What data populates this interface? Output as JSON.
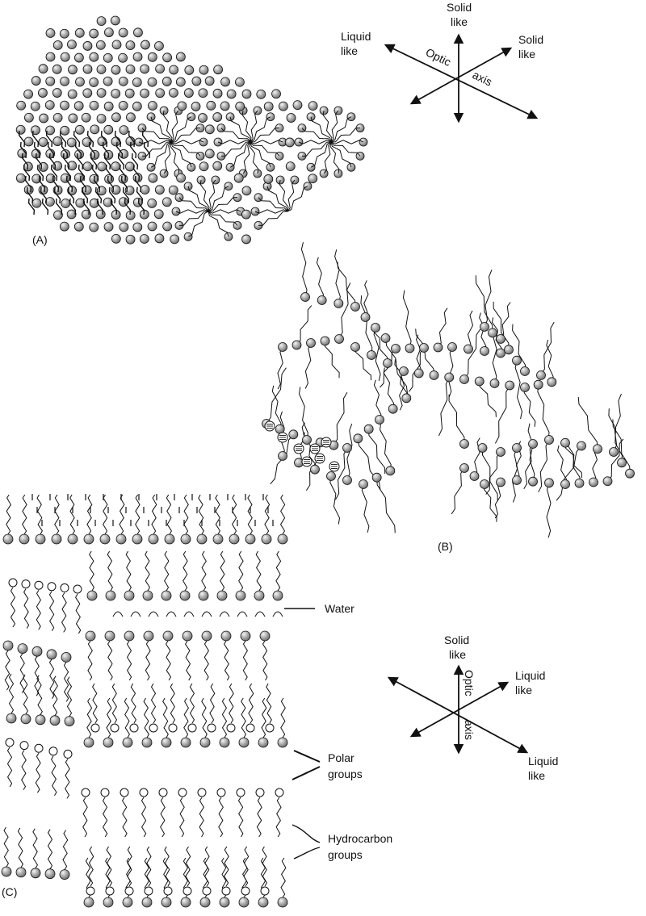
{
  "panels": {
    "a": {
      "label": "(A)"
    },
    "b": {
      "label": "(B)"
    },
    "c": {
      "label": "(C)"
    }
  },
  "axes_top": {
    "up_label": [
      "Solid",
      "like"
    ],
    "left_label": [
      "Liquid",
      "like"
    ],
    "right_label": [
      "Solid",
      "like"
    ],
    "optic_word": "Optic",
    "axis_word": "axis"
  },
  "axes_bottom": {
    "up_label": [
      "Solid",
      "like"
    ],
    "right_upper_label": [
      "Liquid",
      "like"
    ],
    "right_lower_label": [
      "Liquid",
      "like"
    ],
    "optic_word": "Optic",
    "axis_word": "axis"
  },
  "annotations": {
    "water": "Water",
    "polar": [
      "Polar",
      "groups"
    ],
    "hydrocarbon": [
      "Hydrocarbon",
      "groups"
    ]
  },
  "colors": {
    "ink": "#111111",
    "sphere_fill": "#a8a8a8",
    "sphere_highlight": "#f2f2f2"
  }
}
